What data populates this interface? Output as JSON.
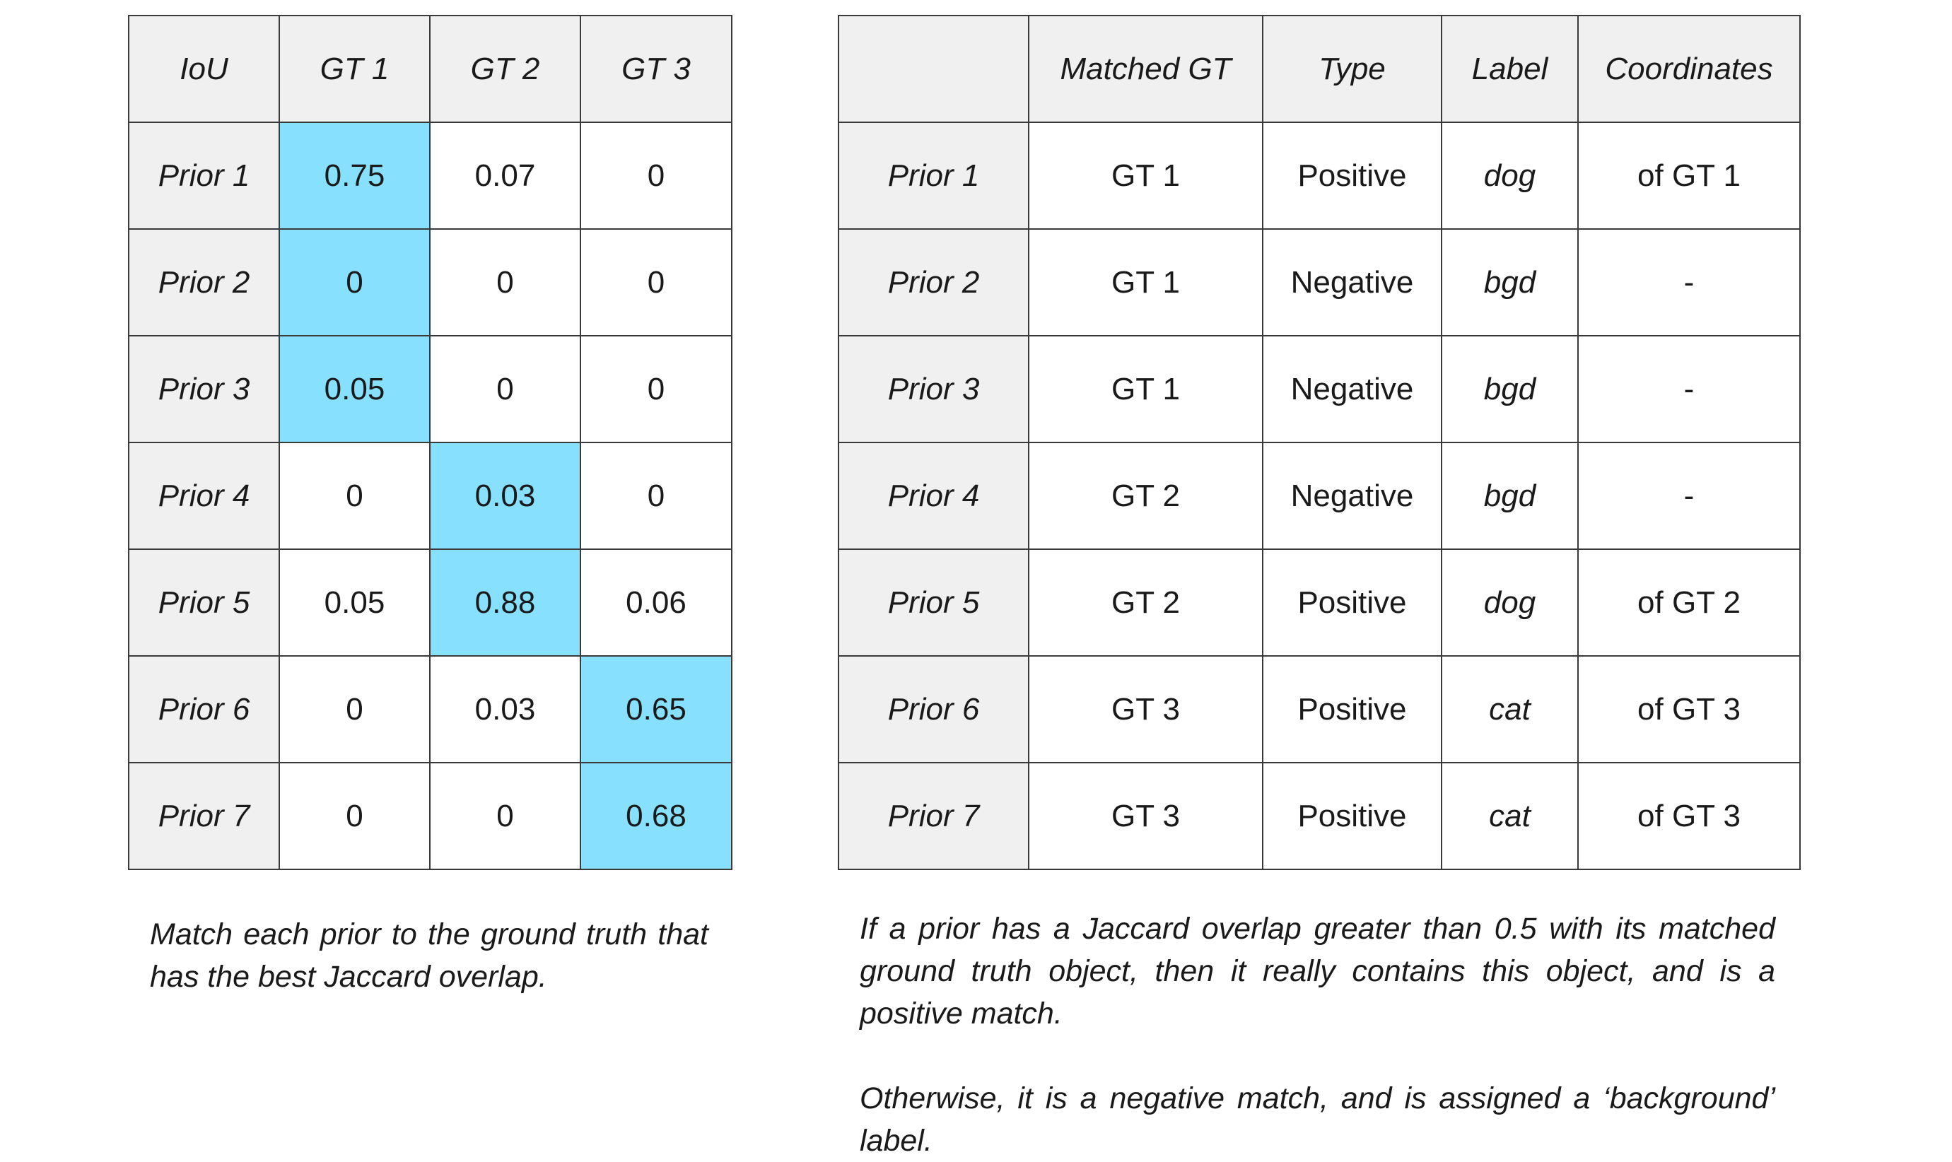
{
  "iou_table": {
    "header": [
      "IoU",
      "GT 1",
      "GT 2",
      "GT 3"
    ],
    "rows": [
      {
        "label": "Prior 1",
        "values": [
          "0.75",
          "0.07",
          "0"
        ],
        "best_gt_index": 0
      },
      {
        "label": "Prior 2",
        "values": [
          "0",
          "0",
          "0"
        ],
        "best_gt_index": 0
      },
      {
        "label": "Prior 3",
        "values": [
          "0.05",
          "0",
          "0"
        ],
        "best_gt_index": 0
      },
      {
        "label": "Prior 4",
        "values": [
          "0",
          "0.03",
          "0"
        ],
        "best_gt_index": 1
      },
      {
        "label": "Prior 5",
        "values": [
          "0.05",
          "0.88",
          "0.06"
        ],
        "best_gt_index": 1
      },
      {
        "label": "Prior 6",
        "values": [
          "0",
          "0.03",
          "0.65"
        ],
        "best_gt_index": 2
      },
      {
        "label": "Prior 7",
        "values": [
          "0",
          "0",
          "0.68"
        ],
        "best_gt_index": 2
      }
    ]
  },
  "match_table": {
    "header": [
      "",
      "Matched GT",
      "Type",
      "Label",
      "Coordinates"
    ],
    "rows": [
      {
        "label": "Prior 1",
        "matched_gt": "GT 1",
        "type": "Positive",
        "class_label": "dog",
        "coordinates": "of GT 1"
      },
      {
        "label": "Prior 2",
        "matched_gt": "GT 1",
        "type": "Negative",
        "class_label": "bgd",
        "coordinates": "-"
      },
      {
        "label": "Prior 3",
        "matched_gt": "GT 1",
        "type": "Negative",
        "class_label": "bgd",
        "coordinates": "-"
      },
      {
        "label": "Prior 4",
        "matched_gt": "GT 2",
        "type": "Negative",
        "class_label": "bgd",
        "coordinates": "-"
      },
      {
        "label": "Prior 5",
        "matched_gt": "GT 2",
        "type": "Positive",
        "class_label": "dog",
        "coordinates": "of GT 2"
      },
      {
        "label": "Prior 6",
        "matched_gt": "GT 3",
        "type": "Positive",
        "class_label": "cat",
        "coordinates": "of GT 3"
      },
      {
        "label": "Prior 7",
        "matched_gt": "GT 3",
        "type": "Positive",
        "class_label": "cat",
        "coordinates": "of GT 3"
      }
    ]
  },
  "captions": {
    "left": "Match each prior to the ground truth that has the best Jaccard overlap.",
    "right_1": "If a prior has a Jaccard overlap greater than 0.5 with its matched ground truth object, then it really contains this object, and is a positive match.",
    "right_2": "Otherwise, it is a negative match, and is assigned a ‘background’ label."
  },
  "colors": {
    "highlight": "#87e0fe",
    "header_bg": "#f0f0f0",
    "border": "#3a3a3a"
  }
}
